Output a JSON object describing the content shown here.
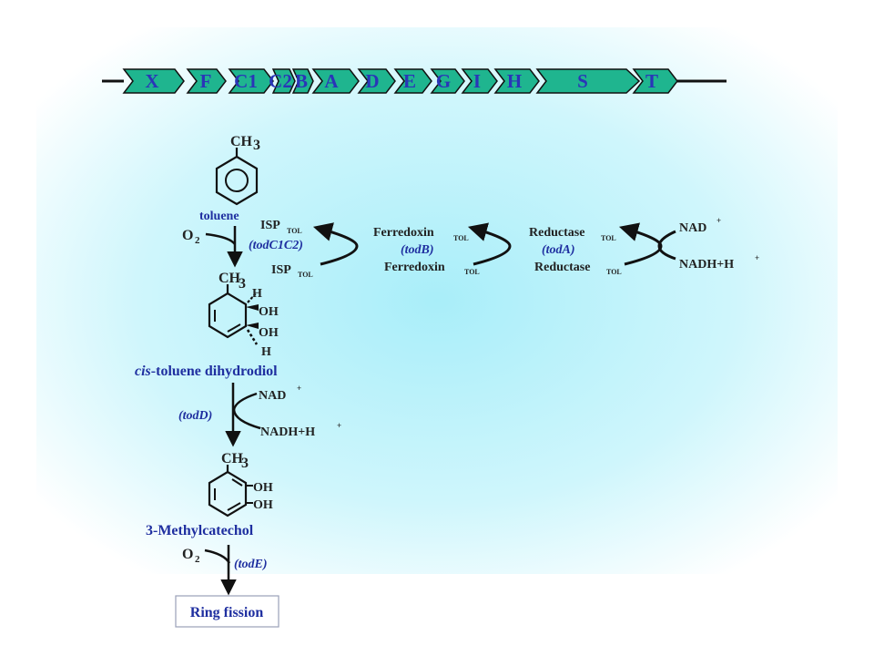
{
  "genes": [
    "X",
    "F",
    "C1",
    "C2",
    "B",
    "A",
    "D",
    "E",
    "G",
    "I",
    "H",
    "S",
    "T"
  ],
  "molecules": {
    "toluene": {
      "methyl": "CH",
      "methyl_sub": "3",
      "name": "toluene"
    },
    "dihydrodiol": {
      "methyl": "CH",
      "methyl_sub": "3",
      "h_top": "H",
      "oh1": "OH",
      "oh2": "OH",
      "h_bottom": "H",
      "name_italic": "cis",
      "name_rest": "-toluene dihydrodiol"
    },
    "catechol": {
      "methyl": "CH",
      "methyl_sub": "3",
      "oh1": "OH",
      "oh2": "OH",
      "name": "3-Methylcatechol"
    }
  },
  "step1": {
    "o2": "O",
    "o2_sub": "2",
    "isp_top": "ISP",
    "isp_top_sub": "TOL",
    "isp_bottom": "ISP",
    "isp_bottom_sub": "TOL",
    "enzyme": "(todC1C2)"
  },
  "electron_chain": {
    "ferredoxin_top": "Ferredoxin",
    "ferredoxin_top_sub": "TOL",
    "ferredoxin_bottom": "Ferredoxin",
    "ferredoxin_bottom_sub": "TOL",
    "ferredoxin_enzyme": "(todB)",
    "reductase_top": "Reductase",
    "reductase_top_sub": "TOL",
    "reductase_bottom": "Reductase",
    "reductase_bottom_sub": "TOL",
    "reductase_enzyme": "(todA)",
    "nad": "NAD",
    "nad_sup": "+",
    "nadh": "NADH+H",
    "nadh_sup": "+"
  },
  "step2": {
    "nad": "NAD",
    "nad_sup": "+",
    "nadh": "NADH+H",
    "nadh_sup": "+",
    "enzyme": "(todD)"
  },
  "step3": {
    "o2": "O",
    "o2_sub": "2",
    "enzyme": "(todE)"
  },
  "product": "Ring fission",
  "colors": {
    "gene_fill": "#1fb58f",
    "gene_text": "#2a35b8",
    "glow": "#aeeffa",
    "label_blue": "#1f2fa0"
  }
}
